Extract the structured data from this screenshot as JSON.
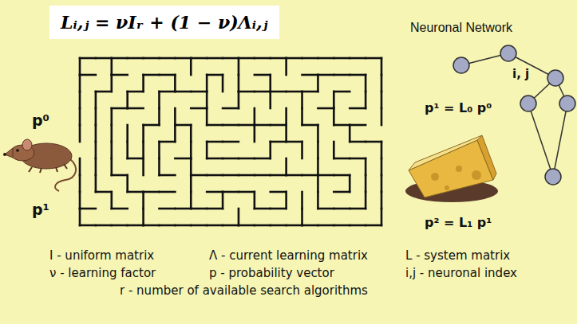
{
  "diagram": {
    "nodes": [
      {
        "text": [
          "Lᵢ,ⱼ = νIᵣ + (1 − ν)Λᵢ,ⱼ"
        ]
      }
    ],
    "labels": [
      "Neuronal Network",
      "i, j",
      "p⁰",
      "p¹",
      "p¹ = L₀ p⁰",
      "p² = L₁ p¹",
      "I - uniform matrix",
      "Λ -  current learning matrix",
      "L - system matrix",
      "ν - learning factor",
      "p - probability vector",
      "i,j - neuronal index",
      "r - number of available search algorithms"
    ]
  }
}
